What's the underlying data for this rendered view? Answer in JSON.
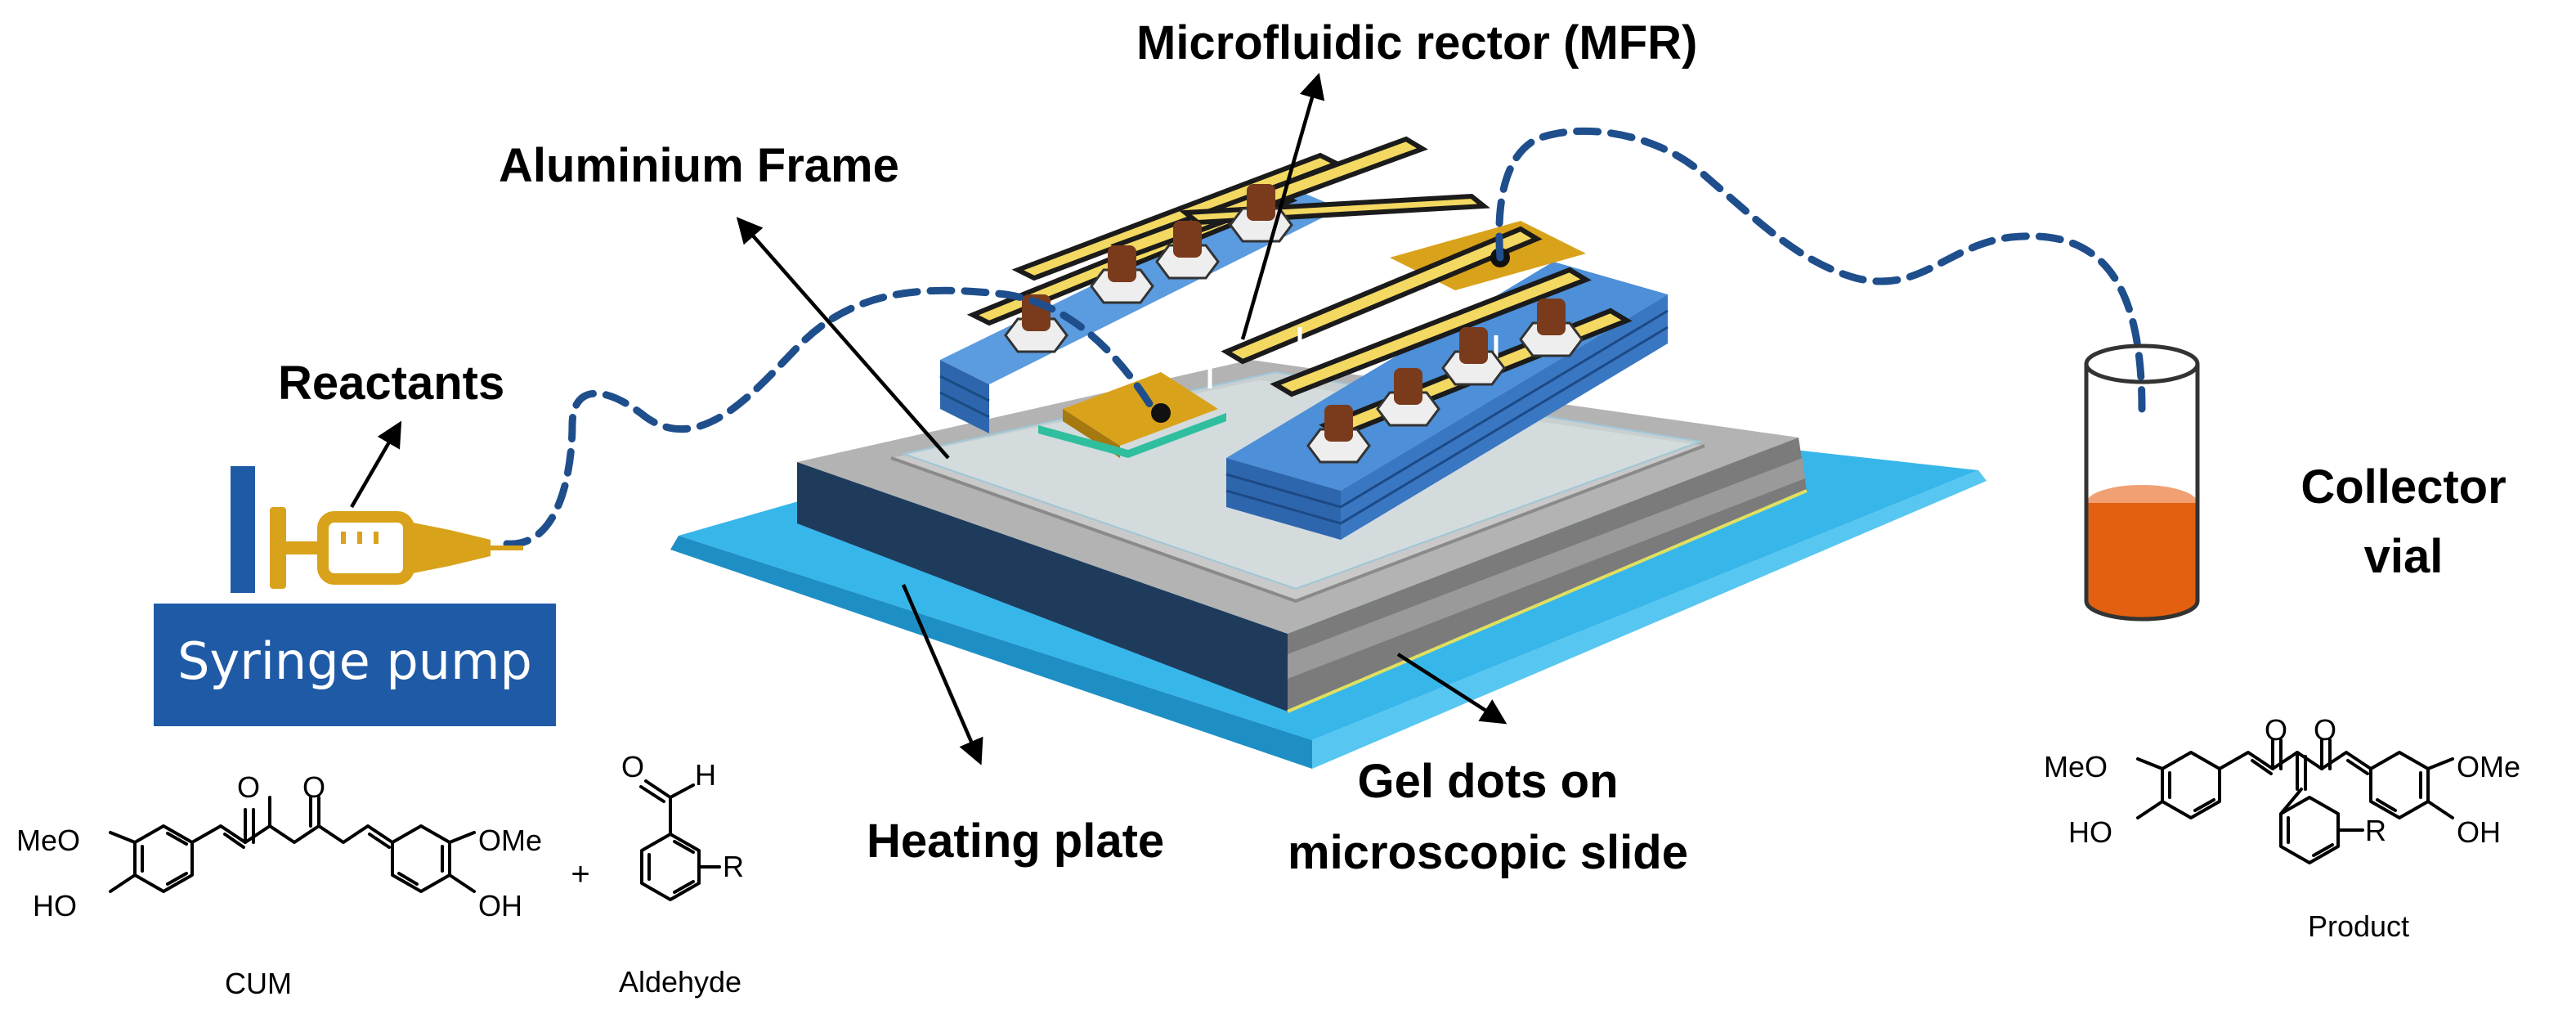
{
  "labels": {
    "mfr": "Microfluidic rector (MFR)",
    "frame": "Aluminium Frame",
    "reactants": "Reactants",
    "pump": "Syringe pump",
    "collector_line1": "Collector",
    "collector_line2": "vial",
    "heating": "Heating plate",
    "gel_line1": "Gel dots on",
    "gel_line2": "microscopic slide"
  },
  "chemistry": {
    "cum_caption": "CUM",
    "aldehyde_caption": "Aldehyde",
    "product_caption": "Product",
    "plus": "+",
    "meo": "MeO",
    "ho": "HO",
    "ome": "OMe",
    "oh": "OH",
    "o": "O",
    "h": "H",
    "r": "R"
  },
  "colors": {
    "plate": "#29abe2",
    "frame_gray": "#a6a6a6",
    "frame_dark": "#1f3b5c",
    "block_blue": "#3d7cc9",
    "strip_yellow": "#f5dc6a",
    "gold": "#d9a21b",
    "fitting": "#7a3b1d",
    "tube": "#1f4e8c",
    "pump_box": "#1f5aa6",
    "syringe": "#d9a21b",
    "liquid": "#e26010"
  }
}
